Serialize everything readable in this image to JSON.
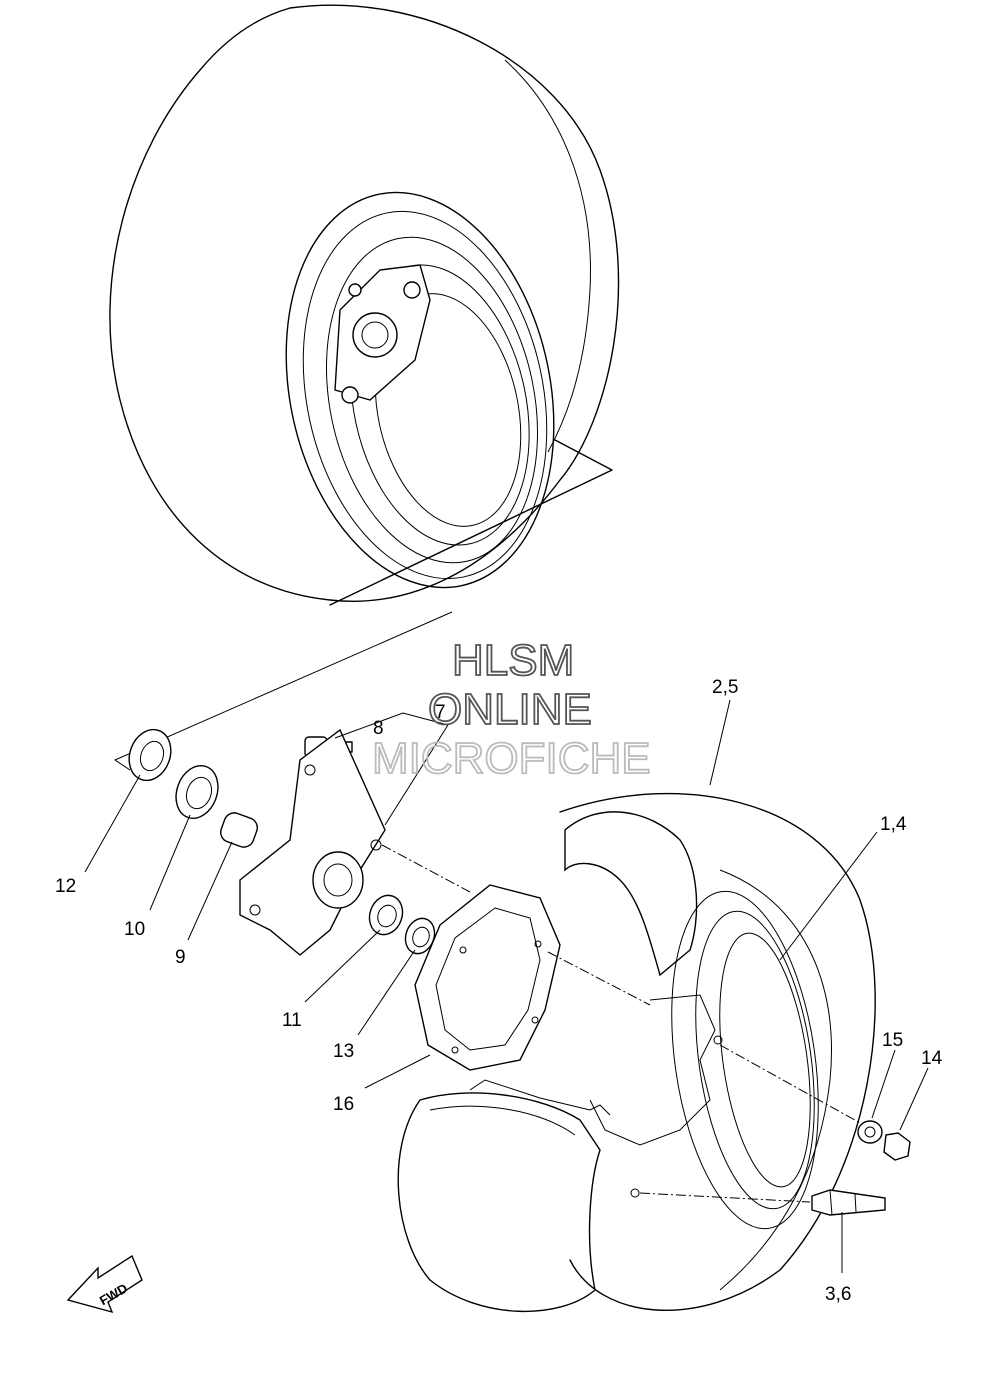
{
  "watermark": {
    "line1": "HLSM",
    "line2": "ONLINE",
    "line3": "MICROFICHE",
    "color_dark": "#555555",
    "color_light": "#bbbbbb"
  },
  "callouts": {
    "c_2_5": "2,5",
    "c_1_4": "1,4",
    "c_8": "8",
    "c_7": "7",
    "c_12": "12",
    "c_10": "10",
    "c_9": "9",
    "c_11": "11",
    "c_13": "13",
    "c_16": "16",
    "c_15": "15",
    "c_14": "14",
    "c_3_6": "3,6"
  },
  "fwd_label": "FWD"
}
